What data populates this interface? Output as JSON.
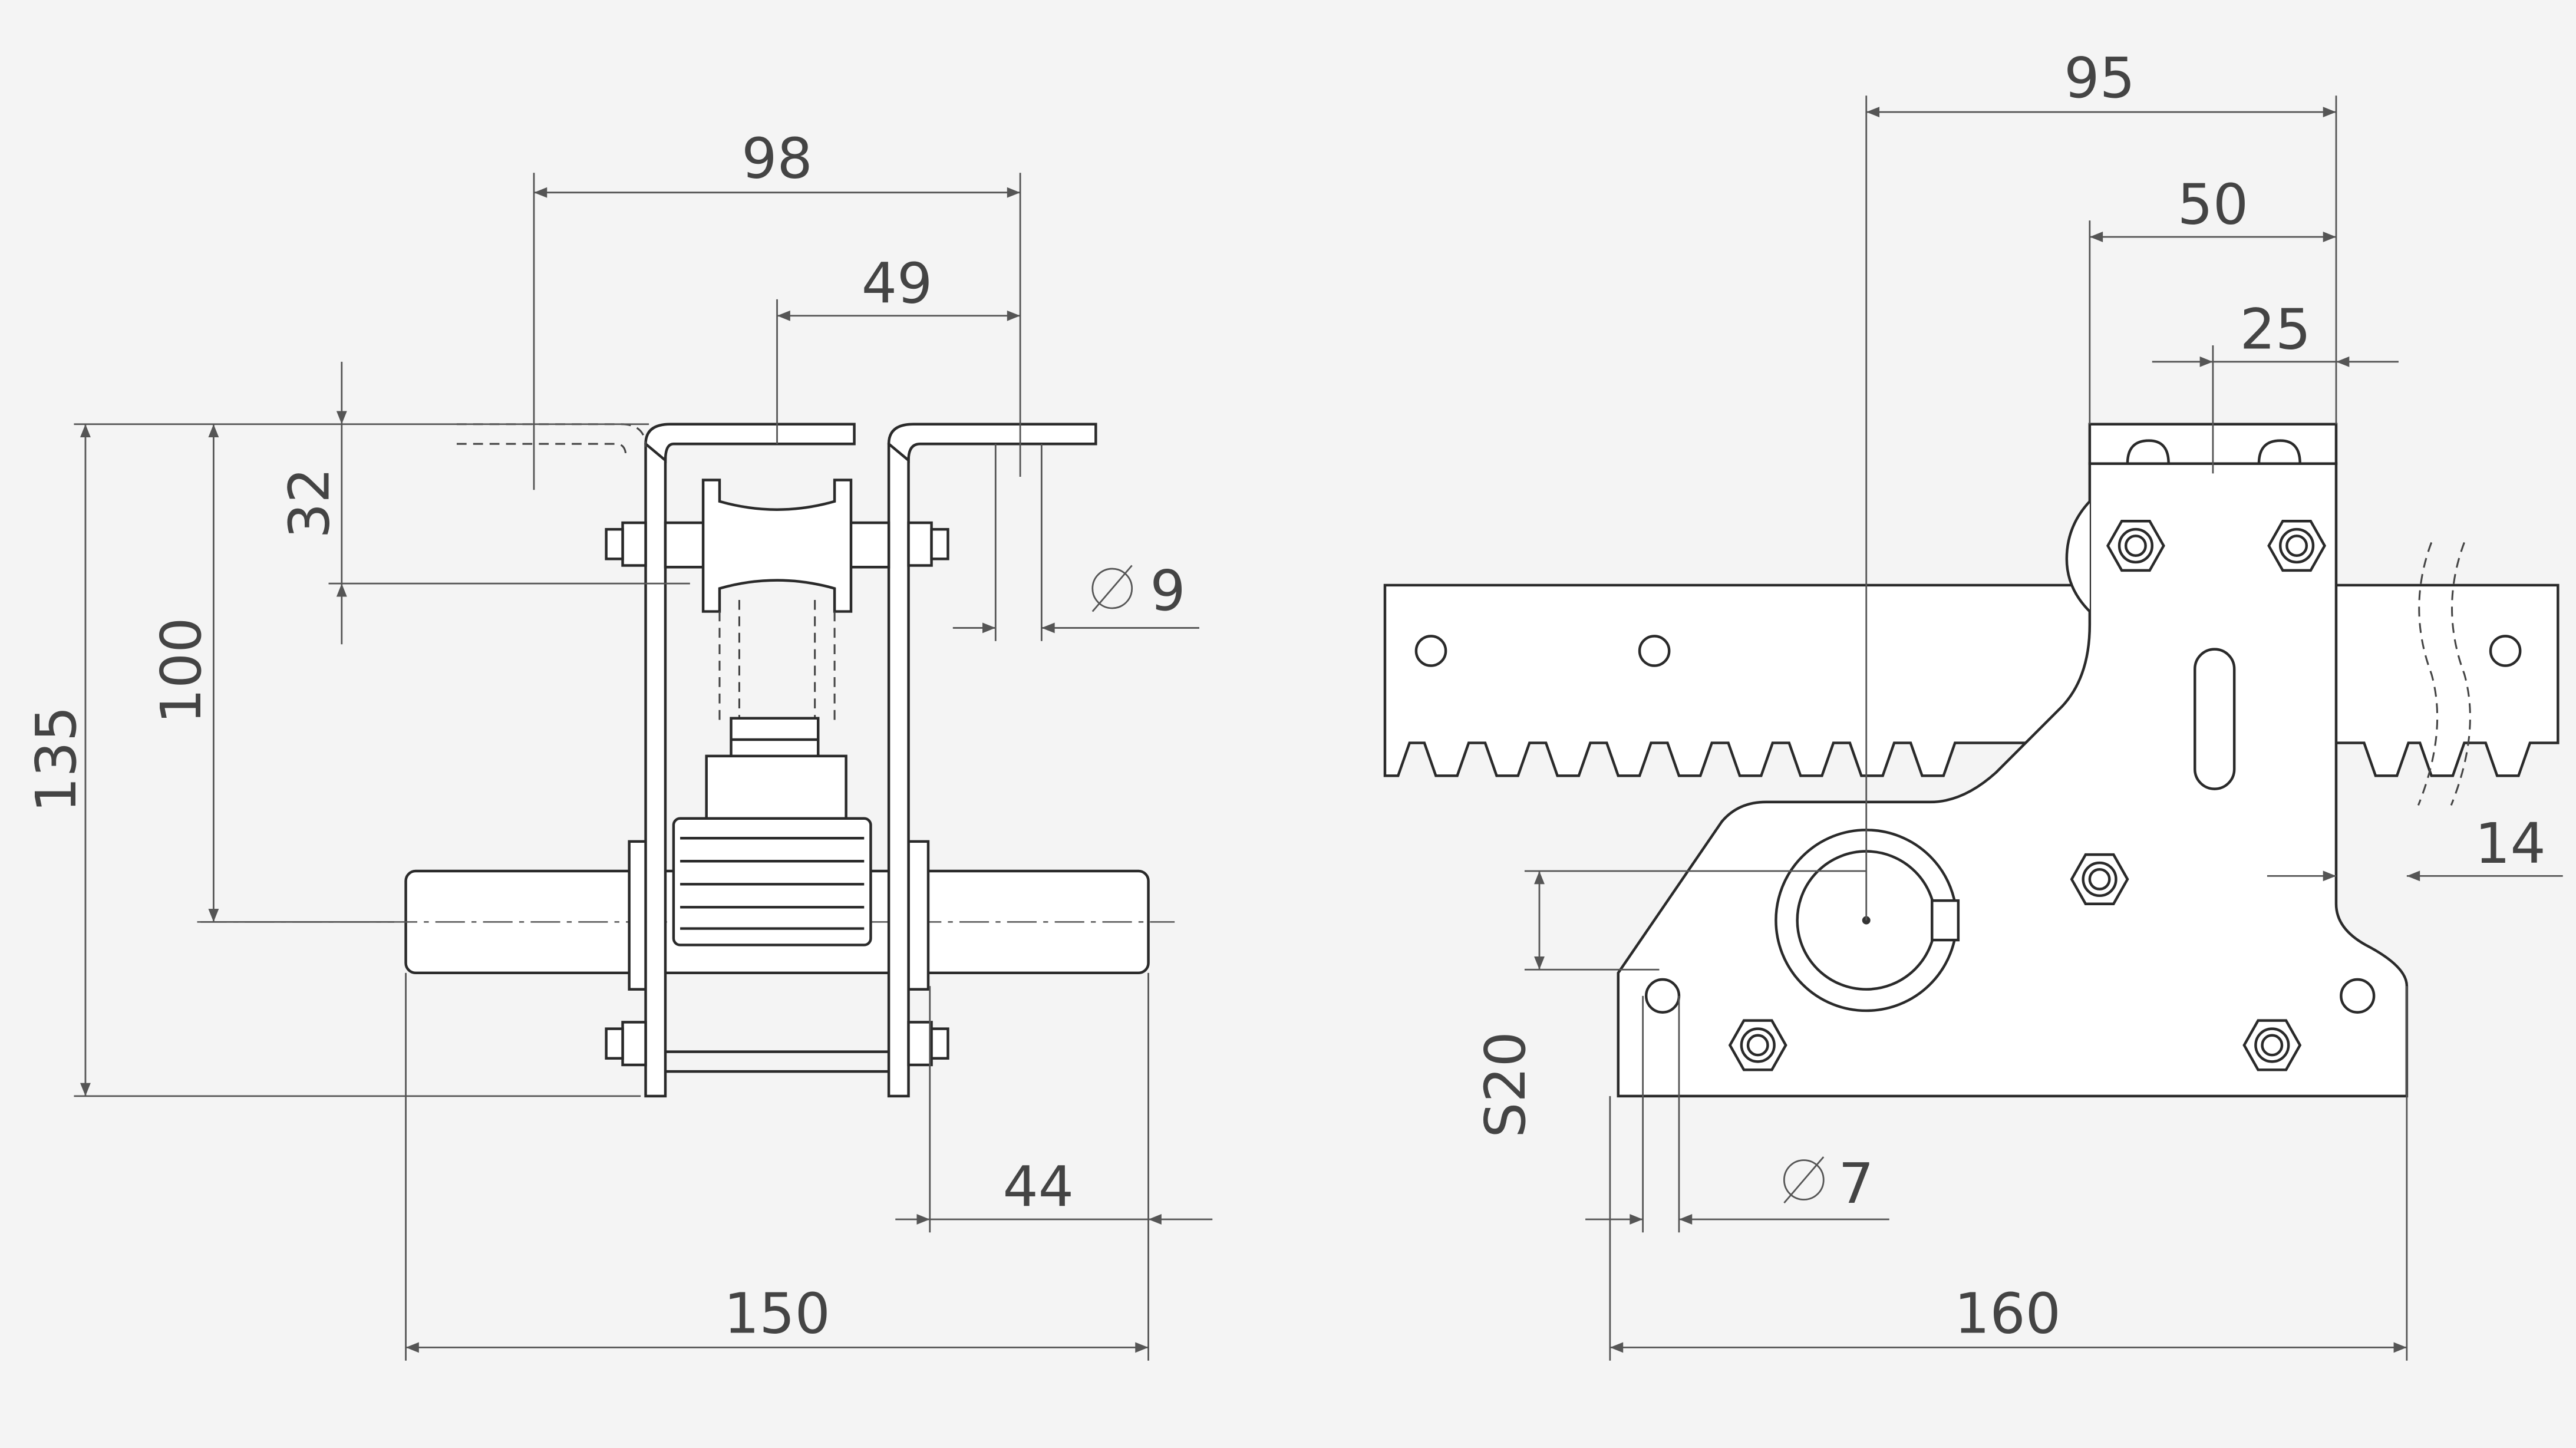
{
  "front_view": {
    "dims": {
      "d98": "98",
      "d49": "49",
      "d32": "32",
      "d100": "100",
      "d135": "135",
      "d9": "9",
      "d44": "44",
      "d150": "150"
    }
  },
  "side_view": {
    "dims": {
      "d95": "95",
      "d50": "50",
      "d25": "25",
      "d14": "14",
      "s20": "S20",
      "d7": "7",
      "d160": "160"
    }
  },
  "colors": {
    "line": "#2a2a2a",
    "dimension": "#555555",
    "background": "#f4f4f4"
  }
}
